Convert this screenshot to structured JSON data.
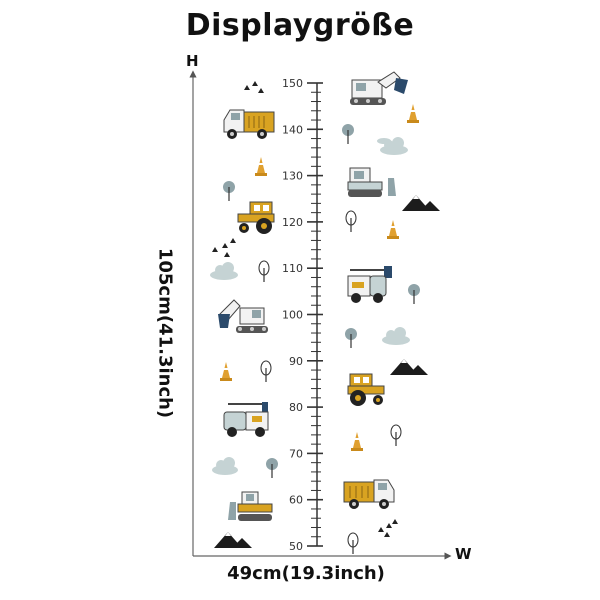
{
  "title": "Displaygröße",
  "axis": {
    "height_letter": "H",
    "width_letter": "W"
  },
  "dimensions": {
    "height_label": "105cm(41.3inch)",
    "width_label": "49cm(19.3inch)"
  },
  "ruler": {
    "min": 50,
    "max": 150,
    "major_step": 10,
    "minor_step": 2,
    "tick_labels": [
      "150",
      "140",
      "130",
      "120",
      "110",
      "100",
      "90",
      "80",
      "70",
      "60",
      "50"
    ]
  },
  "colors": {
    "mustard": "#d9a321",
    "slate": "#8fa3a8",
    "navy": "#2b4a6b",
    "dark": "#1c1c1c",
    "cloud": "#c5d3d4",
    "cone": "#e0a030"
  },
  "decorations": [
    "dump-truck-icon",
    "excavator-icon",
    "bulldozer-icon",
    "tractor-icon",
    "crane-truck-icon",
    "traffic-cone-icon",
    "tree-icon",
    "cloud-icon",
    "mountain-icon"
  ]
}
